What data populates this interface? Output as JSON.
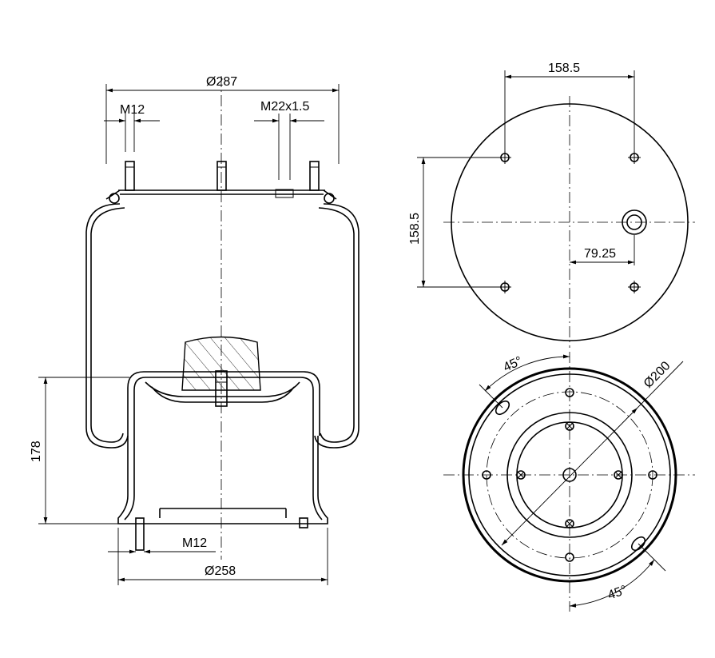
{
  "side_view": {
    "top_diameter": "Ø287",
    "top_stud_left": "M12",
    "top_port": "M22x1.5",
    "height": "178",
    "bottom_stud": "M12",
    "bottom_diameter": "Ø258"
  },
  "top_view": {
    "hole_spacing_horizontal": "158.5",
    "hole_spacing_vertical": "158.5",
    "port_offset": "79.25"
  },
  "bottom_view": {
    "angle_top": "45°",
    "angle_bottom": "45°",
    "bolt_circle": "Ø200"
  }
}
